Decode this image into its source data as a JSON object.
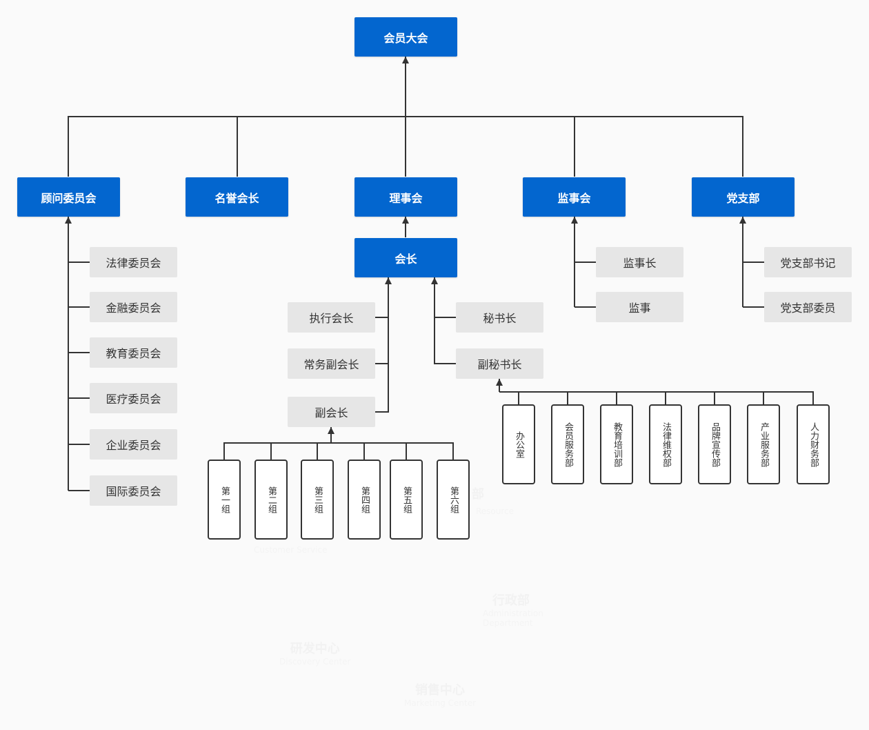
{
  "nodes": {
    "assembly": "会员大会",
    "advisory": "顾问委员会",
    "honorary": "名誉会长",
    "council": "理事会",
    "supervisory": "监事会",
    "party": "党支部",
    "president": "会长"
  },
  "advisory_items": [
    "法律委员会",
    "金融委员会",
    "教育委员会",
    "医疗委员会",
    "企业委员会",
    "国际委员会"
  ],
  "supervisory_items": [
    "监事长",
    "监事"
  ],
  "party_items": [
    "党支部书记",
    "党支部委员"
  ],
  "president_left": [
    "执行会长",
    "常务副会长",
    "副会长"
  ],
  "president_right": [
    "秘书长",
    "副秘书长"
  ],
  "groups": [
    "第一组",
    "第二组",
    "第三组",
    "第四组",
    "第五组",
    "第六组"
  ],
  "departments": [
    "办公室",
    "会员服务部",
    "教育培训部",
    "法律维权部",
    "品牌宣传部",
    "产业服务部",
    "人力财务部"
  ],
  "faint_background_text": {
    "admin_cn": "行政部",
    "admin_en_1": "Administration",
    "admin_en_2": "Department",
    "rd_cn": "研发中心",
    "rd_en": "Discovery Center",
    "mkt_cn": "销售中心",
    "mkt_en": "Marketing Center",
    "dept_fragment": "部",
    "resource_fragment": "Resource",
    "service_fragment": "Customer Service"
  },
  "colors": {
    "primary_blue": "#0366cf",
    "gray_box": "#e6e6e6",
    "line": "#333333",
    "background": "#fafafa"
  }
}
